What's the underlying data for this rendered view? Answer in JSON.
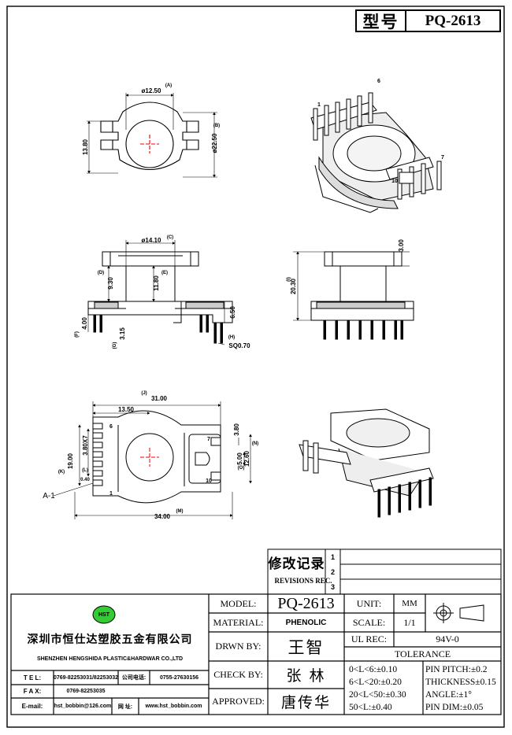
{
  "header": {
    "type_label": "型号",
    "part_number": "PQ-2613"
  },
  "revisions": {
    "title_cn": "修改记录",
    "title_en": "REVISIONS REC.",
    "marks": [
      "1",
      "2",
      "3"
    ]
  },
  "company": {
    "logo_text": "HST",
    "name_cn": "深圳市恒仕达塑胶五金有限公司",
    "name_en": "SHENZHEN HENGSHIDA PLASTIC&HARDWAR CO.,LTD",
    "tel_label": "T E L:",
    "tel_value": "0769-82253031/82253032",
    "company_tel_label": "公司电话:",
    "company_tel_value": "0755-27630156",
    "fax_label": "F A X:",
    "fax_value": "0769-82253035",
    "email_label": "E-mail:",
    "email_value": "hst_bobbin@126.com",
    "web_label": "网 址:",
    "web_value": "www.hst_bobbin.com"
  },
  "title_block": {
    "model_label": "MODEL:",
    "model_value": "PQ-2613",
    "material_label": "MATERIAL:",
    "material_value": "PHENOLIC",
    "drawn_label": "DRWN BY:",
    "drawn_value": "王智",
    "check_label": "CHECK BY:",
    "check_value": "张 林",
    "approved_label": "APPROVED:",
    "approved_value": "唐传华",
    "unit_label": "UNIT:",
    "unit_value": "MM",
    "scale_label": "SCALE:",
    "scale_value": "1/1",
    "ul_label": "UL REC:",
    "ul_value": "94V-0",
    "tolerance_label": "TOLERANCE",
    "tol_lines": [
      "0<L<6:±0.10",
      "6<L<20:±0.20",
      "20<L<50:±0.30",
      "50<L:±0.40"
    ],
    "pin_lines": [
      "PIN PITCH:±0.2",
      "THICKNESS±0.15",
      "ANGLE:±1°",
      "PIN DIM:±0.05"
    ]
  },
  "dimensions": {
    "top_view": {
      "a": "ø12.50",
      "a_tag": "(A)",
      "b": "ø22.50",
      "b_tag": "(B)",
      "h": "13.80"
    },
    "front_view": {
      "c": "ø14.10",
      "c_tag": "(C)",
      "d_tag": "(D)",
      "d": "9.30",
      "e": "11.80",
      "e_tag": "(E)",
      "f": "4.00",
      "f_tag": "(F)",
      "g": "3.15",
      "g_tag": "(G)",
      "h6": "6.50",
      "sq": "SQ0.70",
      "h_tag": "(H)"
    },
    "side_view": {
      "i": "20.30",
      "i_tag": "(I)",
      "top": "3.00"
    },
    "bottom_view": {
      "j": "31.00",
      "j_tag": "(J)",
      "w1": "13.50",
      "k": "19.00",
      "k_tag": "(K)",
      "l": "3.80X7",
      "l_tag": "(L)",
      "p": "0.40",
      "a1": "A-1",
      "m": "34.00",
      "m_tag": "(M)",
      "r1": "3.80",
      "r2": "5.00",
      "r2_tag": "(O)",
      "n": "12.60",
      "n_tag": "(N)"
    },
    "pin_numbers": {
      "p1": "1",
      "p6": "6",
      "p7": "7",
      "p10": "10"
    }
  }
}
